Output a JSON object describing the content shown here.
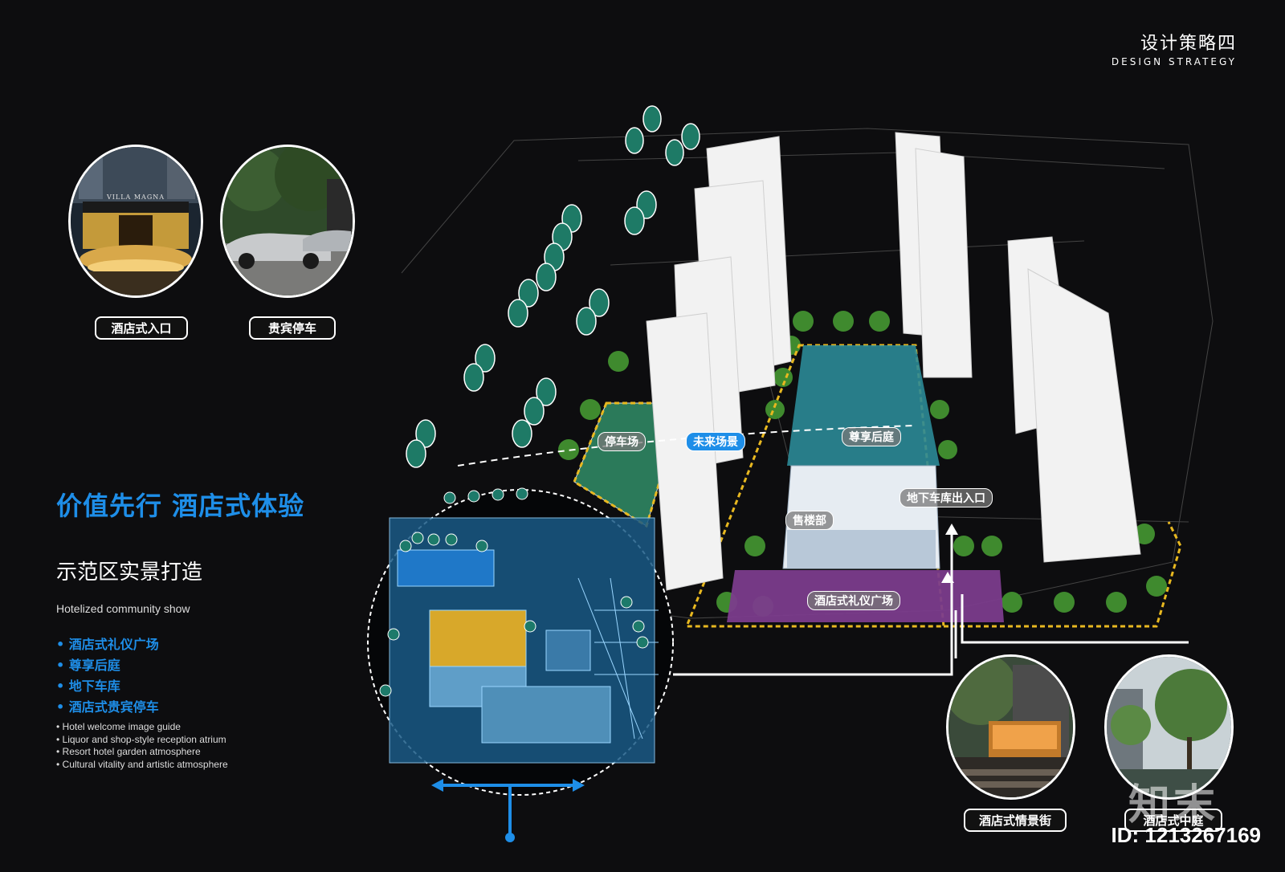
{
  "header": {
    "title_cn": "设计策略四",
    "title_en": "DESIGN STRATEGY"
  },
  "photos_top": [
    {
      "label": "酒店式入口",
      "sign_text": "VILLA MAGNA"
    },
    {
      "label": "贵宾停车"
    }
  ],
  "headline": "价值先行 酒店式体验",
  "subtitle_cn": "示范区实景打造",
  "subtitle_en": "Hotelized community show",
  "bullets": [
    "• 酒店式礼仪广场",
    "• 尊享后庭",
    "• 地下车库",
    "• 酒店式贵宾停车"
  ],
  "details": [
    "• Hotel welcome image guide",
    "• Liquor and shop-style reception atrium",
    "• Resort hotel garden atmosphere",
    "• Cultural vitality and artistic atmosphere"
  ],
  "site_labels": {
    "parking": "停车场",
    "future_scene": "未来场景",
    "back_court": "尊享后庭",
    "garage_entrance": "地下车库出入口",
    "sales_office": "售楼部",
    "plaza": "酒店式礼仪广场"
  },
  "photos_bottom": [
    {
      "label": "酒店式情景街"
    },
    {
      "label": "酒店式中庭"
    }
  ],
  "watermark": {
    "logo": "知末",
    "id": "ID: 1213267169"
  },
  "colors": {
    "accent_blue": "#1e8ee8",
    "teal": "#2b8a97",
    "purple": "#7b3c8c",
    "yellow": "#e8b820"
  }
}
